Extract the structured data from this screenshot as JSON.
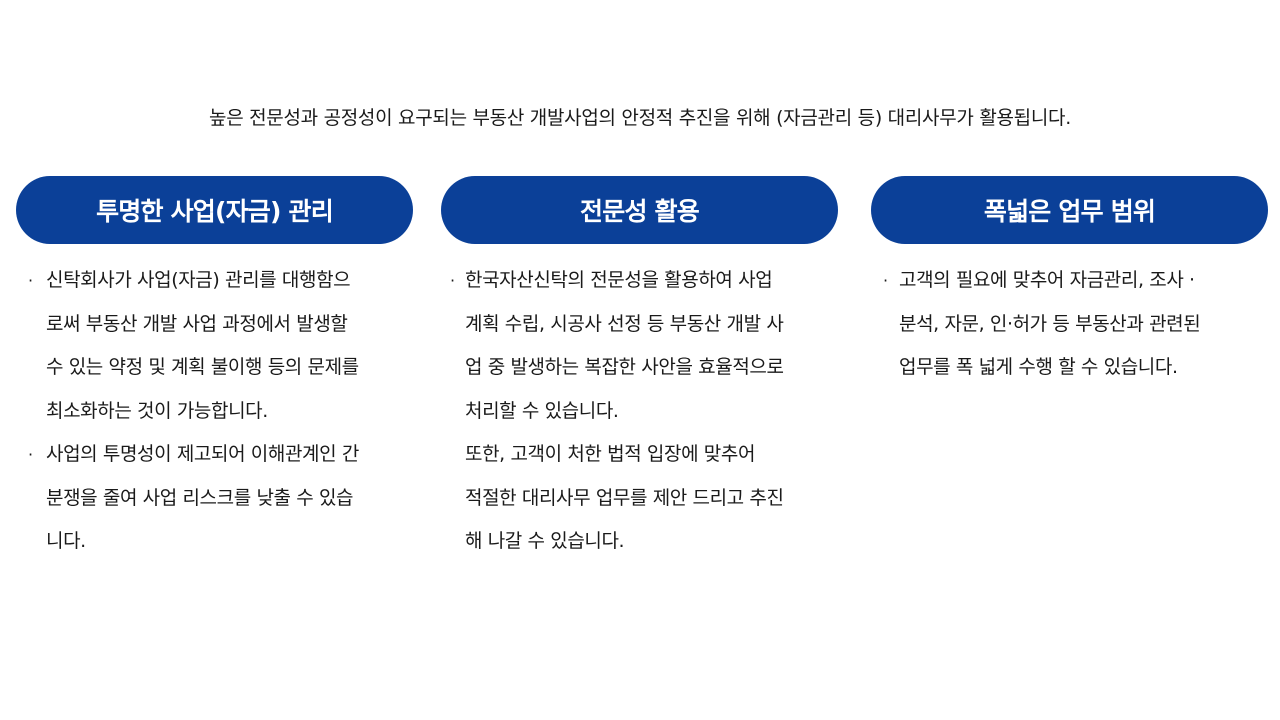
{
  "intro": {
    "text": "높은 전문성과 공정성이 요구되는 부동산 개발사업의 안정적 추진을 위해 (자금관리 등) 대리사무가 활용됩니다."
  },
  "colors": {
    "accent": "#0b4098",
    "text": "#1a1a1a",
    "background": "#ffffff"
  },
  "columns": [
    {
      "title": "투명한 사업(자금) 관리",
      "bullets": [
        {
          "bullet_char": "·",
          "text": "신탁회사가  사업(자금) 관리를 대행함으\n로써 부동산 개발 사업 과정에서 발생할\n수 있는 약정 및 계획 불이행 등의 문제를\n최소화하는 것이 가능합니다."
        },
        {
          "bullet_char": "·",
          "text": "사업의 투명성이 제고되어 이해관계인 간\n분쟁을 줄여 사업 리스크를 낮출 수 있습\n니다."
        }
      ]
    },
    {
      "title": "전문성 활용",
      "bullets": [
        {
          "bullet_char": "·",
          "text": "한국자산신탁의  전문성을 활용하여 사업\n계획 수립, 시공사 선정 등 부동산 개발 사\n업 중 발생하는 복잡한 사안을 효율적으로\n처리할 수 있습니다."
        },
        {
          "bullet_char": "",
          "text": "또한, 고객이 처한 법적 입장에 맞추어\n적절한 대리사무 업무를 제안 드리고 추진\n해 나갈 수 있습니다."
        }
      ]
    },
    {
      "title": "폭넓은 업무 범위",
      "bullets": [
        {
          "bullet_char": "·",
          "text": "고객의 필요에 맞추어 자금관리, 조사 ·\n분석, 자문, 인·허가 등 부동산과 관련된\n업무를 폭 넓게 수행 할 수 있습니다."
        }
      ]
    }
  ]
}
